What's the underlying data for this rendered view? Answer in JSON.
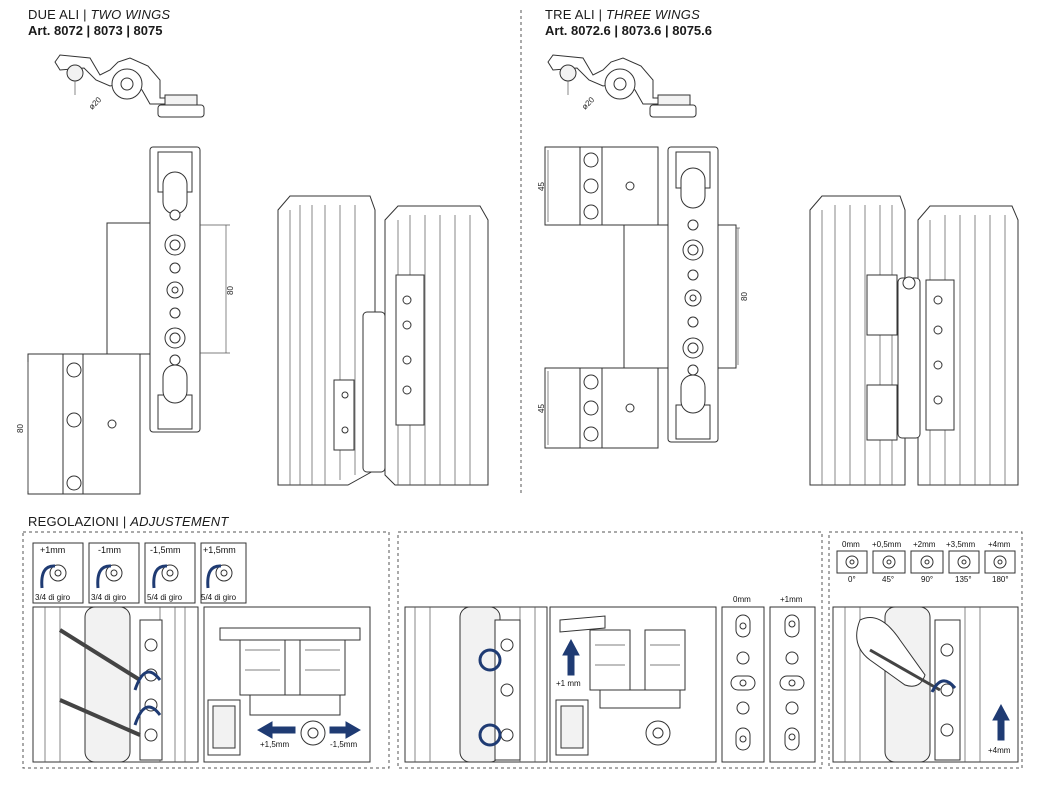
{
  "sections": {
    "two_wings": {
      "title_it": "DUE ALI",
      "sep": " | ",
      "title_en": "TWO WINGS",
      "articles": "Art. 8072 | 8073 | 8075"
    },
    "three_wings": {
      "title_it": "TRE ALI",
      "sep": " | ",
      "title_en": "THREE WINGS",
      "articles": "Art. 8072.6 | 8073.6 | 8075.6"
    },
    "adjustment": {
      "title_it": "REGOLAZIONI",
      "sep": " | ",
      "title_en": "ADJUSTEMENT"
    }
  },
  "dimensions": {
    "two_wings_diameter": "ø20",
    "two_wings_height_right": "80",
    "two_wings_height_left": "80",
    "three_wings_diameter": "ø20",
    "three_wings_top": "45",
    "three_wings_bottom": "45",
    "three_wings_height": "80"
  },
  "adjust_panel_1": {
    "steps": [
      {
        "top": "+1mm",
        "bottom": "3/4 di giro"
      },
      {
        "top": "-1mm",
        "bottom": "3/4 di giro"
      },
      {
        "top": "-1,5mm",
        "bottom": "5/4 di giro"
      },
      {
        "top": "+1,5mm",
        "bottom": "5/4 di giro"
      }
    ],
    "arrow_left": "+1,5mm",
    "arrow_right": "-1,5mm"
  },
  "adjust_panel_2": {
    "arrow_up": "+1 mm",
    "col_a": "0mm",
    "col_b": "+1mm"
  },
  "adjust_panel_3": {
    "steps": [
      {
        "top": "0mm",
        "bottom": "0°"
      },
      {
        "top": "+0,5mm",
        "bottom": "45°"
      },
      {
        "top": "+2mm",
        "bottom": "90°"
      },
      {
        "top": "+3,5mm",
        "bottom": "135°"
      },
      {
        "top": "+4mm",
        "bottom": "180°"
      }
    ],
    "arrow_up": "+4mm"
  },
  "colors": {
    "accent": "#1f3b73"
  }
}
